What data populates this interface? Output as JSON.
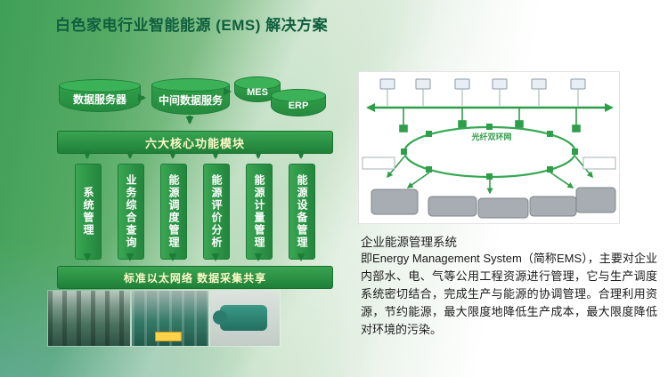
{
  "slide": {
    "title": "白色家电行业智能能源 (EMS) 解决方案"
  },
  "flow": {
    "sources": [
      {
        "label": "数据服务器"
      },
      {
        "label": "中间数据服务"
      },
      {
        "label": "MES"
      },
      {
        "label": "ERP"
      }
    ],
    "core_bar": "六大核心功能模块",
    "modules": [
      {
        "label": "系统管理"
      },
      {
        "label": "业务综合查询"
      },
      {
        "label": "能源调度管理"
      },
      {
        "label": "能源评价分析"
      },
      {
        "label": "能源计量管理"
      },
      {
        "label": "能源设备管理"
      }
    ],
    "network_bar": "标准以太网络 数据采集共享"
  },
  "network_diagram": {
    "ring_label": "光纤双环网"
  },
  "info": {
    "heading": "企业能源管理系统",
    "body": "即Energy Management System（简称EMS），主要对企业内部水、电、气等公用工程资源进行管理，它与生产调度系统密切结合，完成生产与能源的协调管理。合理利用资源，节约能源，最大限度地降低生产成本，最大限度降低对环境的污染。"
  },
  "colors": {
    "accent_green": "#2f9e4a",
    "dark_green": "#1c7d36",
    "title_green": "#0f5f3e",
    "bar_text": "#fff9c8"
  }
}
